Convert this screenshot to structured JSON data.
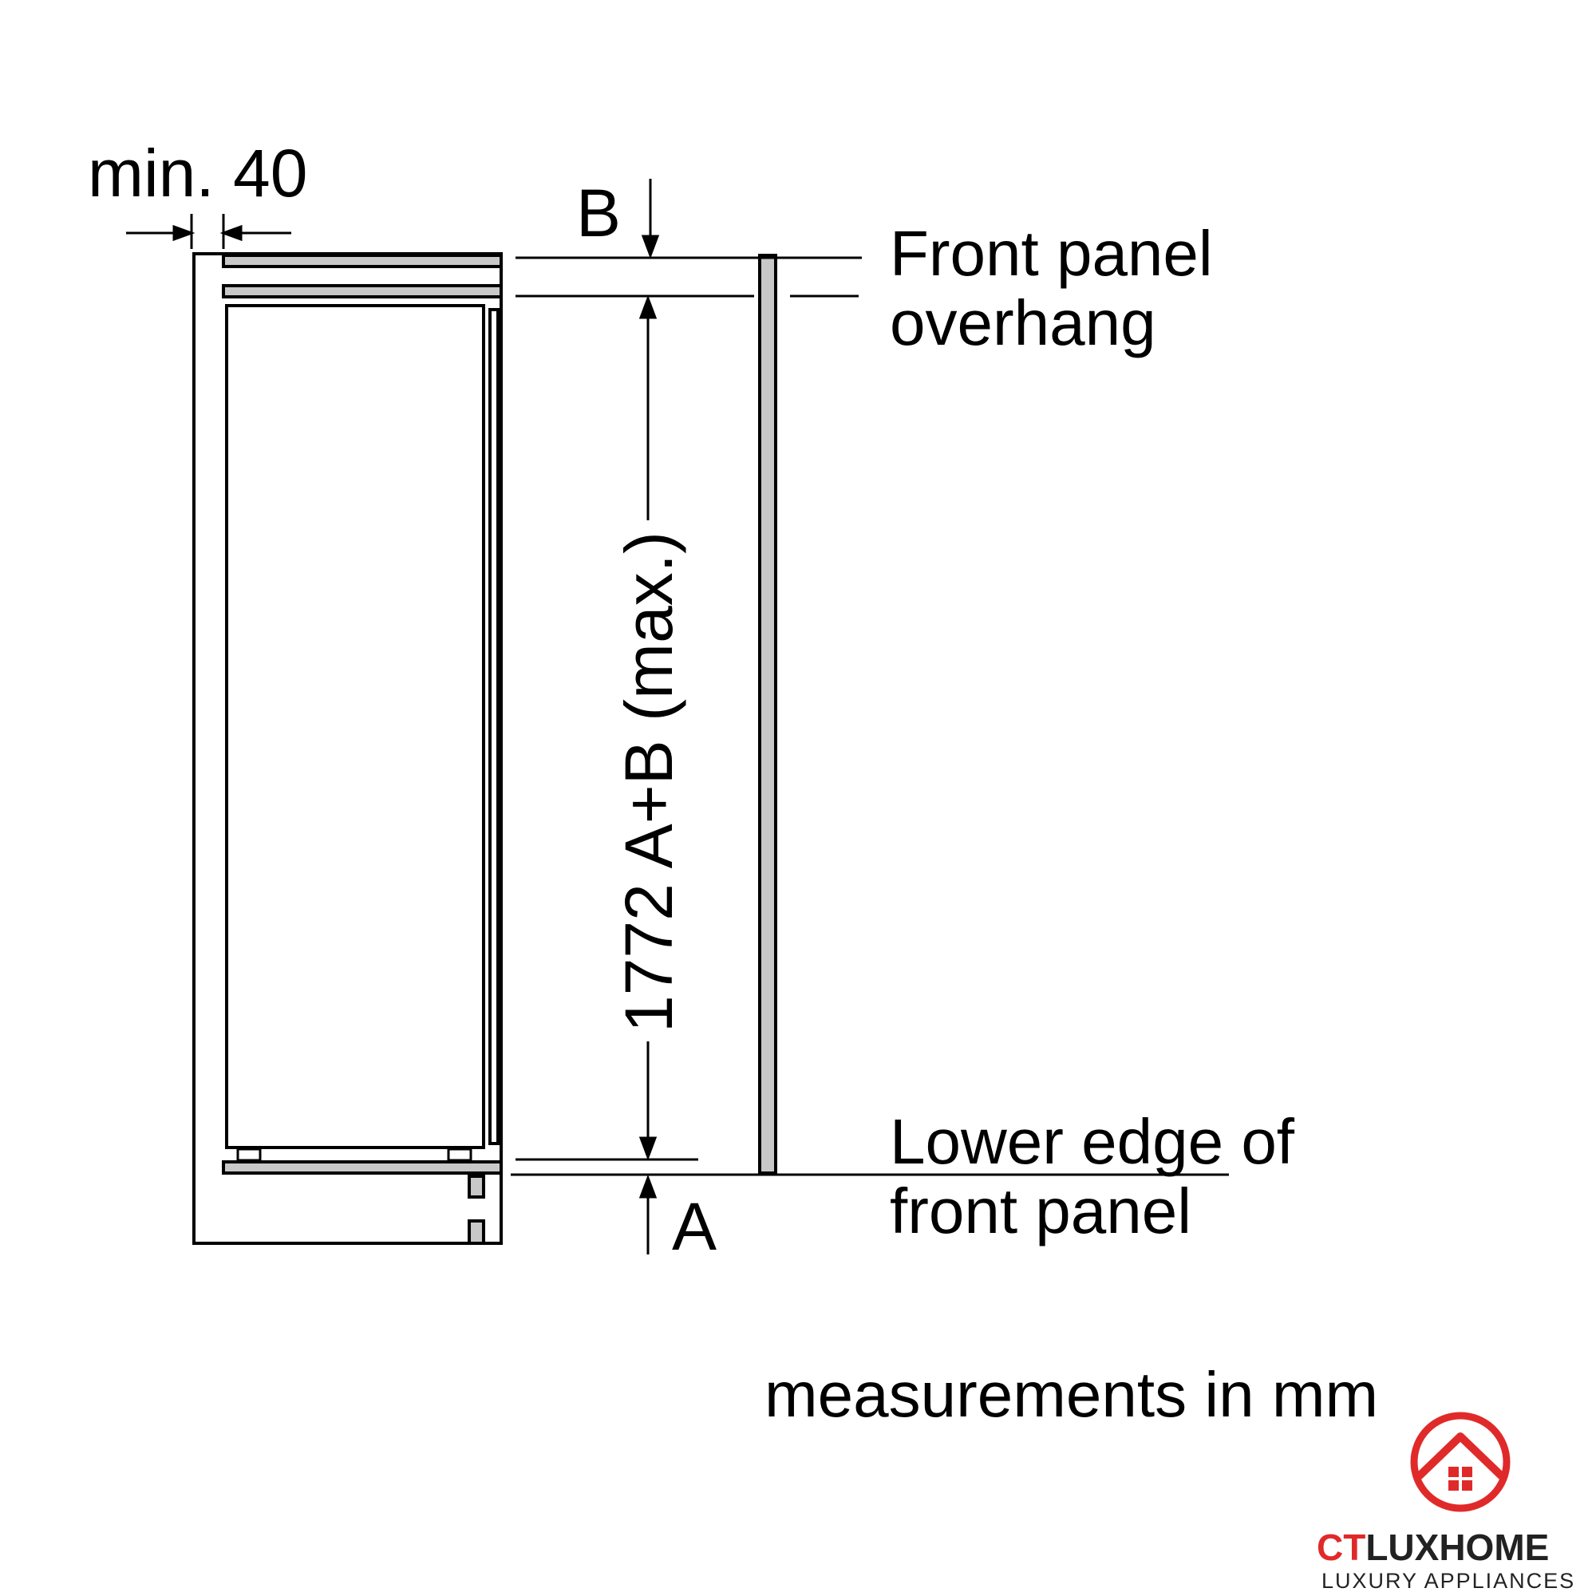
{
  "labels": {
    "min_width": "min. 40",
    "dim_b": "B",
    "dim_a": "A",
    "front_panel_overhang_line1": "Front panel",
    "front_panel_overhang_line2": "overhang",
    "lower_edge_line1": "Lower edge of",
    "lower_edge_line2": "front panel",
    "height_dimension": "1772 A+B (max.)",
    "units_note": "measurements in mm"
  },
  "logo": {
    "brand_accent": "CT",
    "brand_main": "LUXHOME",
    "tagline": "LUXURY APPLIANCES",
    "accent_color": "#e02a2a",
    "text_color": "#222222"
  },
  "colors": {
    "line": "#000000",
    "panel_fill": "#c8c8c8"
  }
}
